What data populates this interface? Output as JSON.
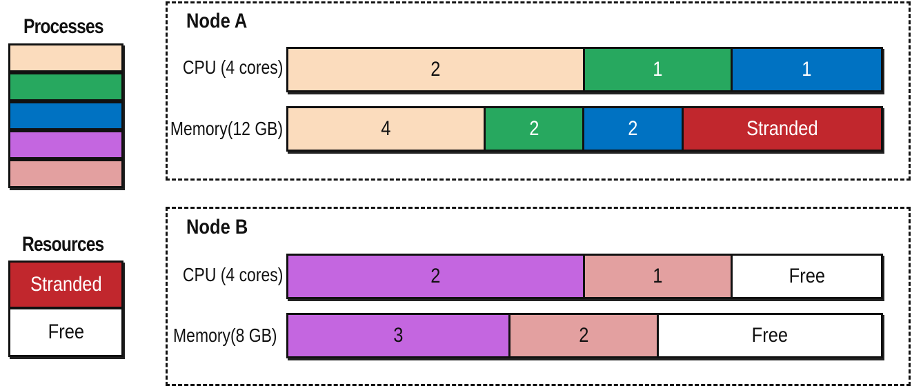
{
  "colors": {
    "p1": "#fbdcbd",
    "p2": "#27a85f",
    "p3": "#0072c2",
    "p4": "#c466e0",
    "p5": "#e3a0a0",
    "stranded": "#c1272d",
    "free": "#ffffff"
  },
  "legend": {
    "processes_title": "Processes",
    "processes": [
      {
        "color": "p1"
      },
      {
        "color": "p2"
      },
      {
        "color": "p3"
      },
      {
        "color": "p4"
      },
      {
        "color": "p5"
      }
    ],
    "resources_title": "Resources",
    "stranded_label": "Stranded",
    "free_label": "Free"
  },
  "nodes": [
    {
      "title": "Node A",
      "rows": [
        {
          "label": "CPU (4 cores)",
          "total": 4,
          "segments": [
            {
              "value": 2,
              "label": "2",
              "color": "p1"
            },
            {
              "value": 1,
              "label": "1",
              "color": "p2"
            },
            {
              "value": 1,
              "label": "1",
              "color": "p3"
            }
          ]
        },
        {
          "label": "Memory(12 GB)",
          "total": 12,
          "segments": [
            {
              "value": 4,
              "label": "4",
              "color": "p1"
            },
            {
              "value": 2,
              "label": "2",
              "color": "p2"
            },
            {
              "value": 2,
              "label": "2",
              "color": "p3"
            },
            {
              "value": 4,
              "label": "Stranded",
              "color": "stranded"
            }
          ]
        }
      ]
    },
    {
      "title": "Node B",
      "rows": [
        {
          "label": "CPU (4 cores)",
          "total": 4,
          "segments": [
            {
              "value": 2,
              "label": "2",
              "color": "p4"
            },
            {
              "value": 1,
              "label": "1",
              "color": "p5"
            },
            {
              "value": 1,
              "label": "Free",
              "color": "free"
            }
          ]
        },
        {
          "label": "Memory(8 GB)",
          "total": 8,
          "segments": [
            {
              "value": 3,
              "label": "3",
              "color": "p4"
            },
            {
              "value": 2,
              "label": "2",
              "color": "p5"
            },
            {
              "value": 3,
              "label": "Free",
              "color": "free"
            }
          ]
        }
      ]
    }
  ]
}
